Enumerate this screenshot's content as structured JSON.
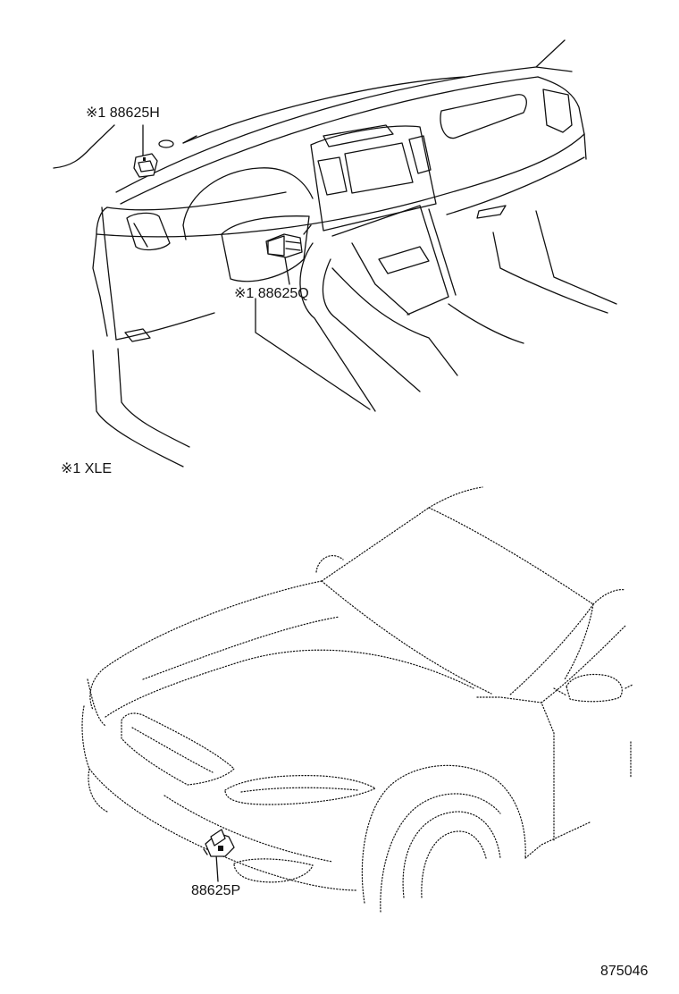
{
  "callouts": {
    "sensor_dash_left": "※1 88625H",
    "sensor_dash_center": "※1 88625Q",
    "footnote": "※1 XLE",
    "sensor_front": "88625P"
  },
  "figure_number": "875046",
  "colors": {
    "line": "#111111",
    "background": "#ffffff"
  }
}
